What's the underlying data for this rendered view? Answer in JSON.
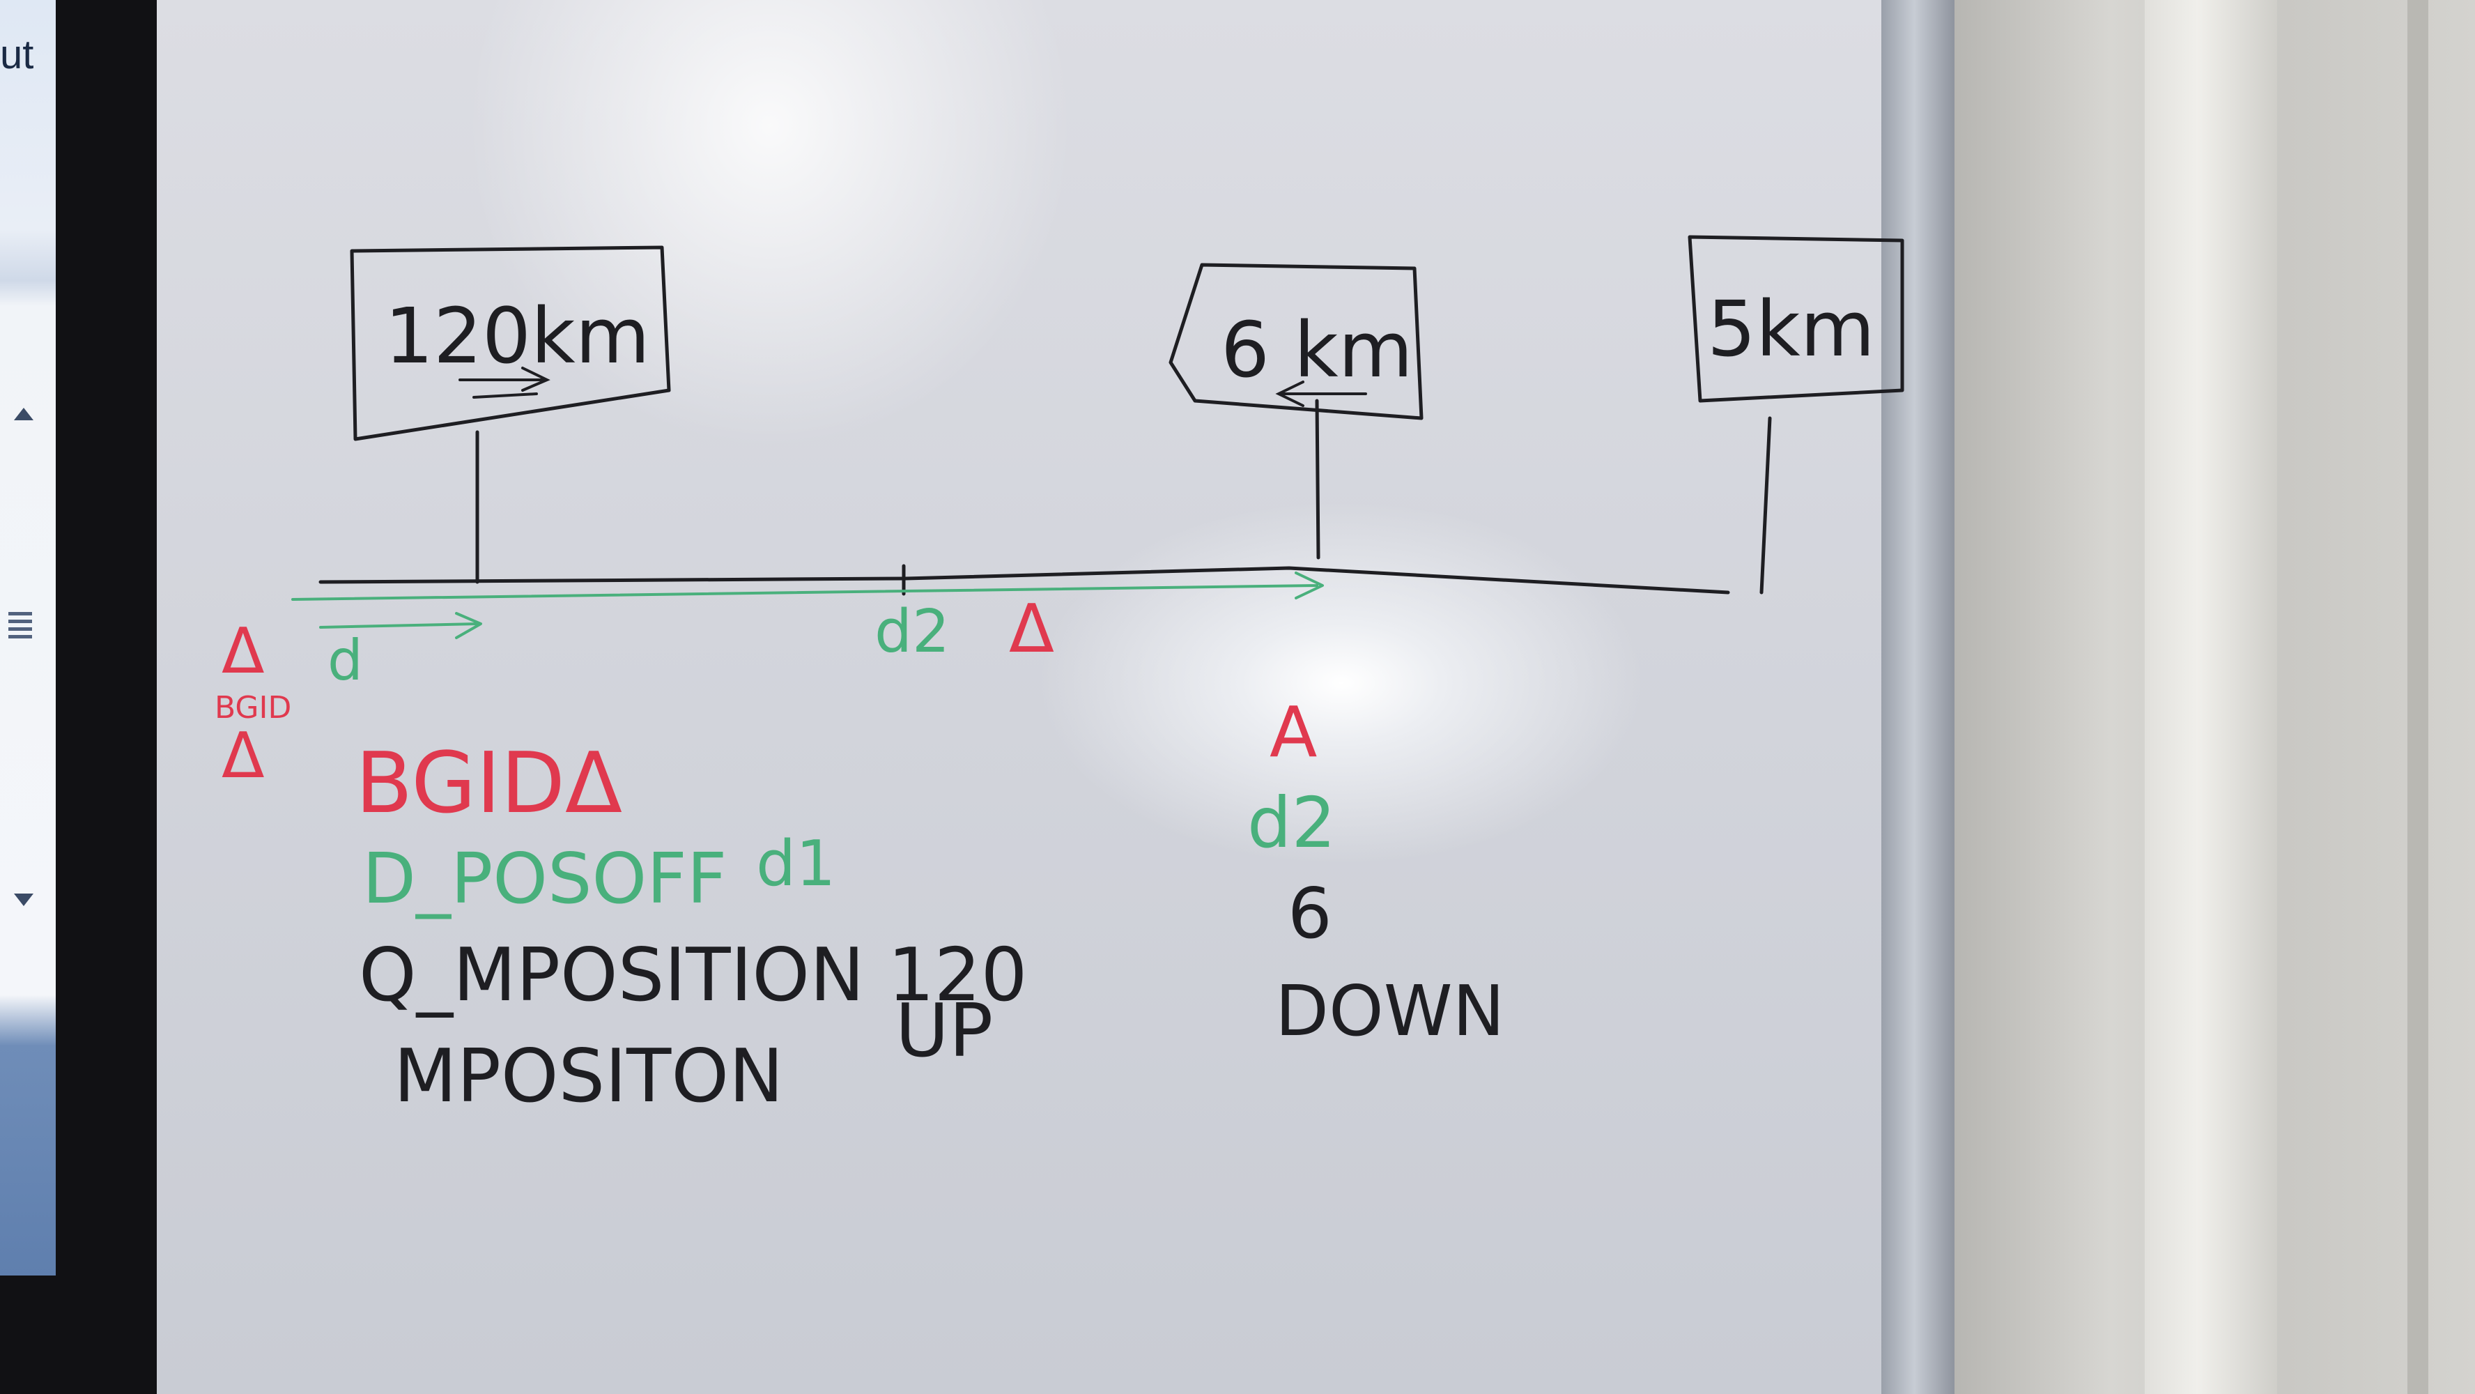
{
  "monitor": {
    "visible_text": "ut"
  },
  "whiteboard": {
    "signs": [
      {
        "label": "120km"
      },
      {
        "label": "6 km"
      },
      {
        "label": "5km"
      }
    ],
    "track_labels": {
      "d2": "d2",
      "d1": "d",
      "delta_mid": "Δ",
      "delta_left_top": "Δ",
      "bgid_small": "BGID",
      "delta_left_bottom": "Δ"
    },
    "left_notes": {
      "line1": "BGIDΔ",
      "line2_main": "D_POSOFF",
      "line2_suffix": "d1",
      "line3": "Q_MPOSITION 120",
      "line4_main": "MPOSITON",
      "line4_suffix": "UP"
    },
    "right_notes": {
      "line1": "A",
      "line2": "d2",
      "line3": "6",
      "line4": "DOWN"
    },
    "colors": {
      "black": "#1e1e22",
      "green": "#49b07c",
      "red": "#e0394e"
    }
  }
}
